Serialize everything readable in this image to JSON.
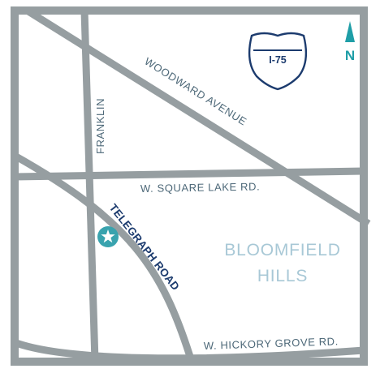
{
  "colors": {
    "road": "#969ea1",
    "frame": "#969ea1",
    "label": "#4d6878",
    "highlight_road_label": "#1c3b6e",
    "area_label": "#a8c8d6",
    "star": "#39a3ae",
    "compass": "#1f9ea7",
    "shield_outline": "#1c3b6e"
  },
  "map": {
    "shield": {
      "label": "I-75"
    },
    "compass": {
      "letter": "N"
    },
    "roads": {
      "woodward": "WOODWARD AVENUE",
      "franklin": "FRANKLIN",
      "square_lake": "W. SQUARE LAKE RD.",
      "telegraph": "TELEGRAPH ROAD",
      "hickory_grove": "W. HICKORY GROVE RD."
    },
    "area": {
      "line1": "BLOOMFIELD",
      "line2": "HILLS"
    },
    "location_marker": {
      "icon": "star-icon"
    }
  }
}
